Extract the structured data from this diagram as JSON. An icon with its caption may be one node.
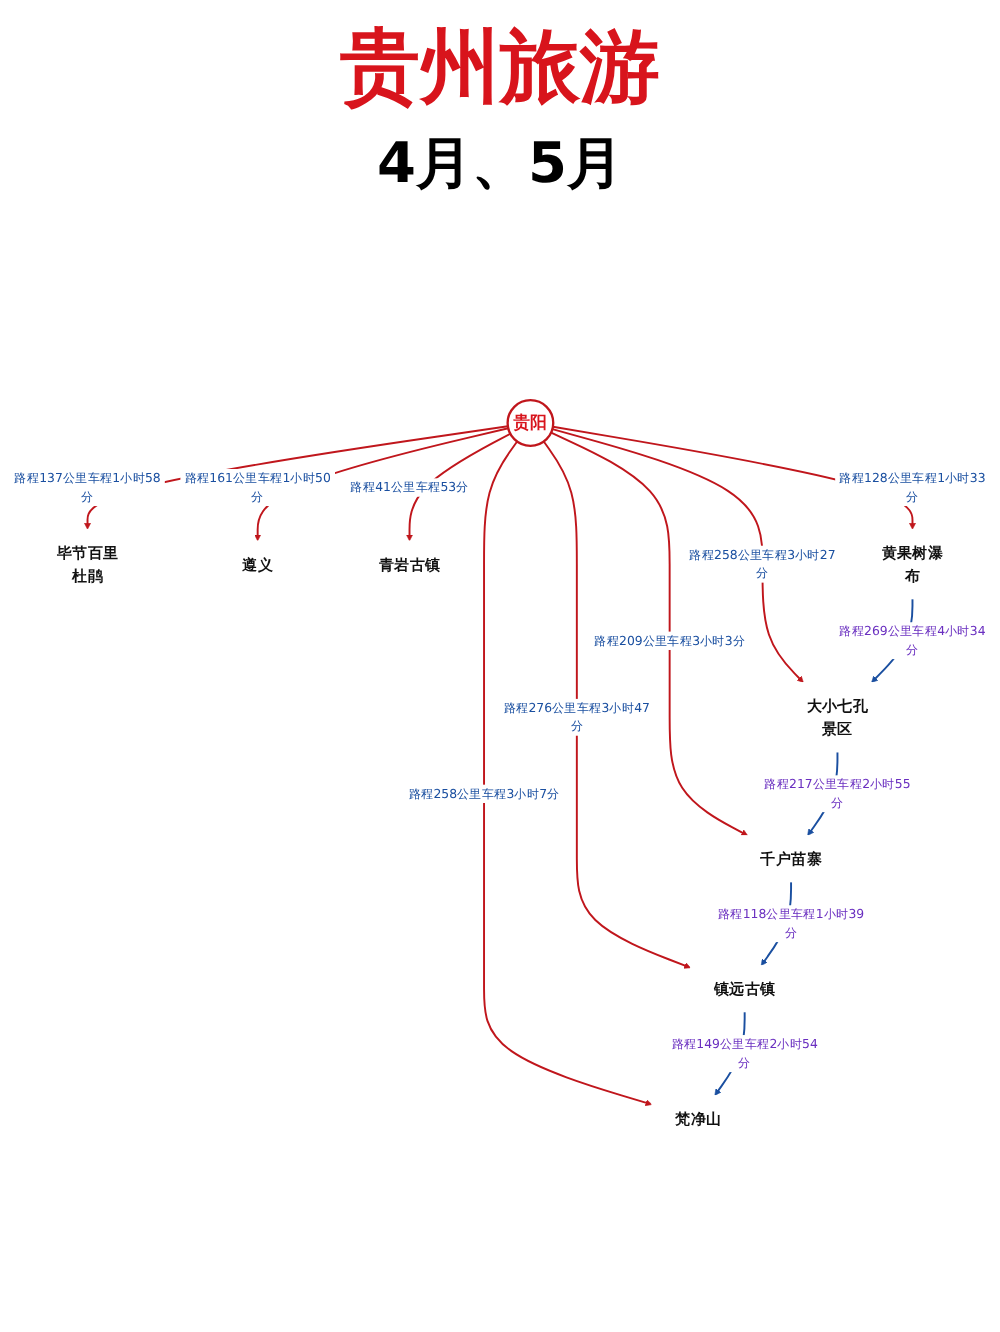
{
  "diagram": {
    "title": "贵州旅游",
    "nodes": [
      {
        "text": [
          "贵阳"
        ]
      },
      {
        "text": [
          "毕节百里杜鹃"
        ]
      },
      {
        "text": [
          "遵义"
        ]
      },
      {
        "text": [
          "梵净山"
        ]
      },
      {
        "text": [
          "镇远古镇"
        ]
      },
      {
        "text": [
          "青岩古镇"
        ]
      },
      {
        "text": [
          "千户苗寨"
        ]
      },
      {
        "text": [
          "黄果树瀑布"
        ]
      },
      {
        "text": [
          "大小七孔景区"
        ]
      }
    ],
    "edges": [
      {
        "from": 0,
        "to": 1,
        "arrow": "to",
        "label": "路程137公里车程1小时58分"
      },
      {
        "from": 0,
        "to": 2,
        "arrow": "to",
        "label": "路程161公里车程1小时50分"
      },
      {
        "from": 0,
        "to": 3,
        "arrow": "to",
        "label": "路程258公里车程3小时7分"
      },
      {
        "from": 0,
        "to": 4,
        "arrow": "to",
        "label": "路程276公里车程3小时47分"
      },
      {
        "from": 0,
        "to": 5,
        "arrow": "to",
        "label": "路程41公里车程53分"
      },
      {
        "from": 0,
        "to": 6,
        "arrow": "to",
        "label": "路程209公里车程3小时3分"
      },
      {
        "from": 0,
        "to": 7,
        "arrow": "to",
        "label": "路程128公里车程1小时33分"
      },
      {
        "from": 0,
        "to": 8,
        "arrow": "to",
        "label": "路程258公里车程3小时27分"
      },
      {
        "from": 7,
        "to": 8,
        "arrow": "to",
        "label": "路程269公里车程4小时34分",
        "color": "#1a4fa0"
      },
      {
        "from": 8,
        "to": 6,
        "arrow": "to",
        "label": "路程217公里车程2小时55分",
        "color": "#1a4fa0"
      },
      {
        "from": 6,
        "to": 4,
        "arrow": "to",
        "label": "路程118公里车程1小时39分",
        "color": "#1a4fa0"
      },
      {
        "from": 4,
        "to": 3,
        "arrow": "to",
        "label": "路程149公里车程2小时54分",
        "color": "#1a4fa0"
      }
    ],
    "labels": [
      "4月、5月"
    ]
  }
}
